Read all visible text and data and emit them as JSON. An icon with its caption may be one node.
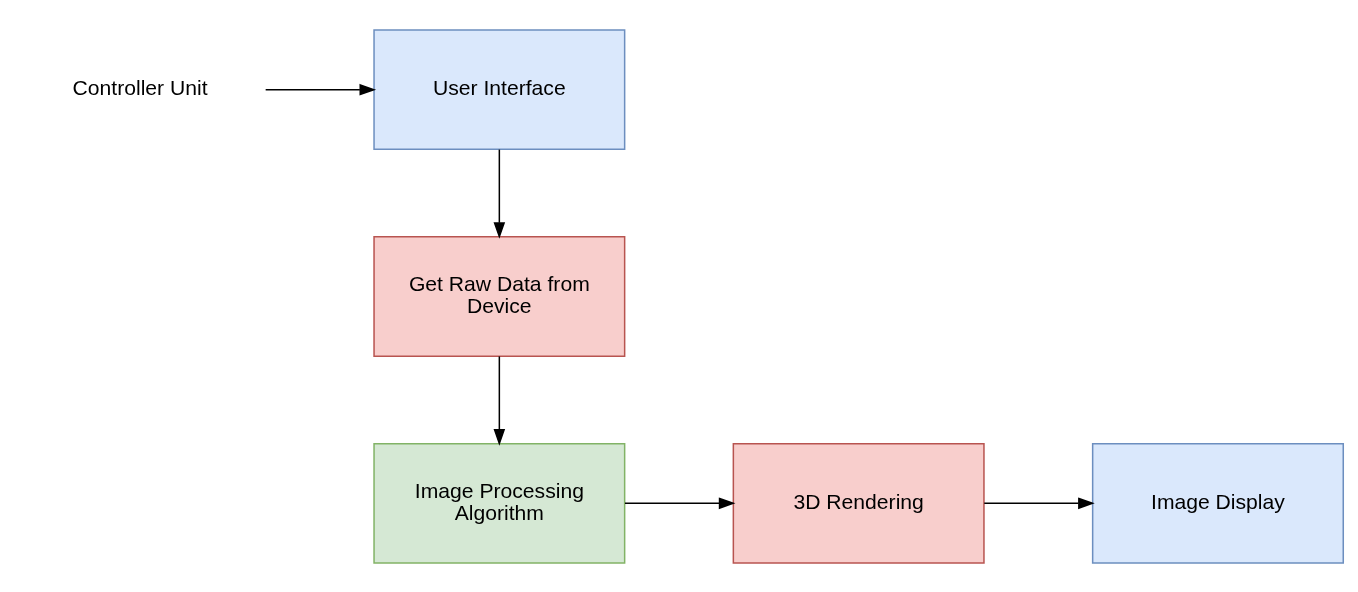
{
  "diagram": {
    "nodes": [
      {
        "text": [
          "Controller Unit"
        ]
      },
      {
        "text": [
          "User Interface"
        ]
      },
      {
        "text": [
          "Get Raw Data from Device"
        ]
      },
      {
        "text": [
          "Image Processing Algorithm"
        ]
      },
      {
        "text": [
          "3D Rendering"
        ]
      },
      {
        "text": [
          "Image Display"
        ]
      }
    ],
    "edges": [
      {
        "from": 0,
        "to": 1,
        "arrow": "to"
      },
      {
        "from": 1,
        "to": 2,
        "arrow": "to"
      },
      {
        "from": 2,
        "to": 3,
        "arrow": "to"
      },
      {
        "from": 3,
        "to": 4,
        "arrow": "to"
      },
      {
        "from": 4,
        "to": 5,
        "arrow": "to"
      }
    ]
  }
}
